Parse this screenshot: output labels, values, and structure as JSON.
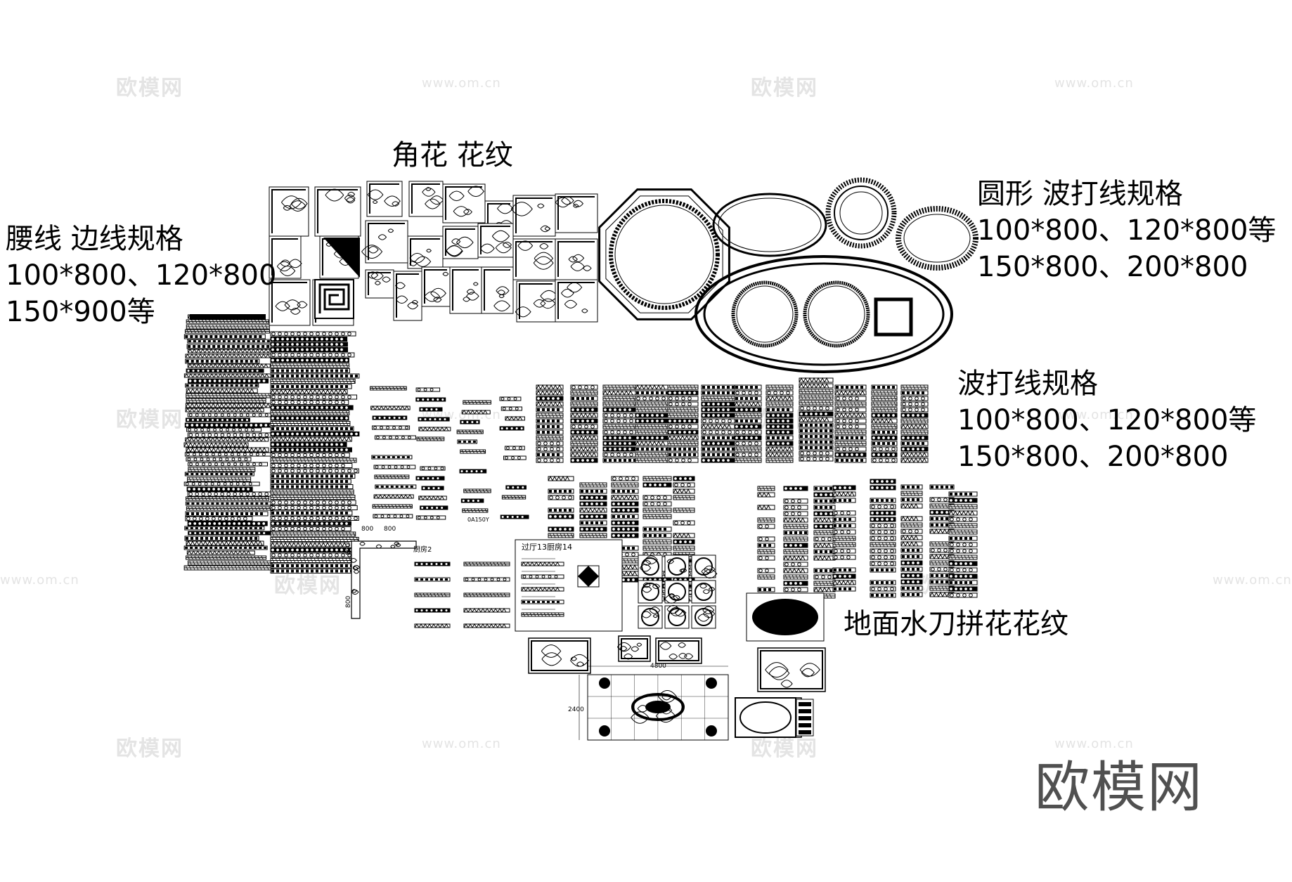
{
  "labels": {
    "corner": {
      "title": "角花 花纹"
    },
    "waist": {
      "title": "腰线 边线规格",
      "line1": "100*800、120*800",
      "line2": "150*900等"
    },
    "round": {
      "title": "圆形 波打线规格",
      "line1": "100*800、120*800等",
      "line2": "150*800、200*800"
    },
    "wave": {
      "title": "波打线规格",
      "line1": "100*800、120*800等",
      "line2": "150*800、200*800"
    },
    "floor": {
      "title": "地面水刀拼花花纹"
    }
  },
  "watermarks": {
    "brand": "欧模网",
    "url": "www.om.cn"
  },
  "drawing_texts": {
    "dim_800_a": "800",
    "dim_800_b": "800",
    "dim_800_c": "800",
    "dim_800_d": "800",
    "room_label": "厨房2",
    "panel_title": "过厅13厨房14",
    "dim_4800": "4800",
    "dim_2400": "2400",
    "code": "0A150Y"
  },
  "colors": {
    "ink": "#000000",
    "watermark": "#e4e4e4",
    "brand": "#505050",
    "background": "#ffffff"
  }
}
